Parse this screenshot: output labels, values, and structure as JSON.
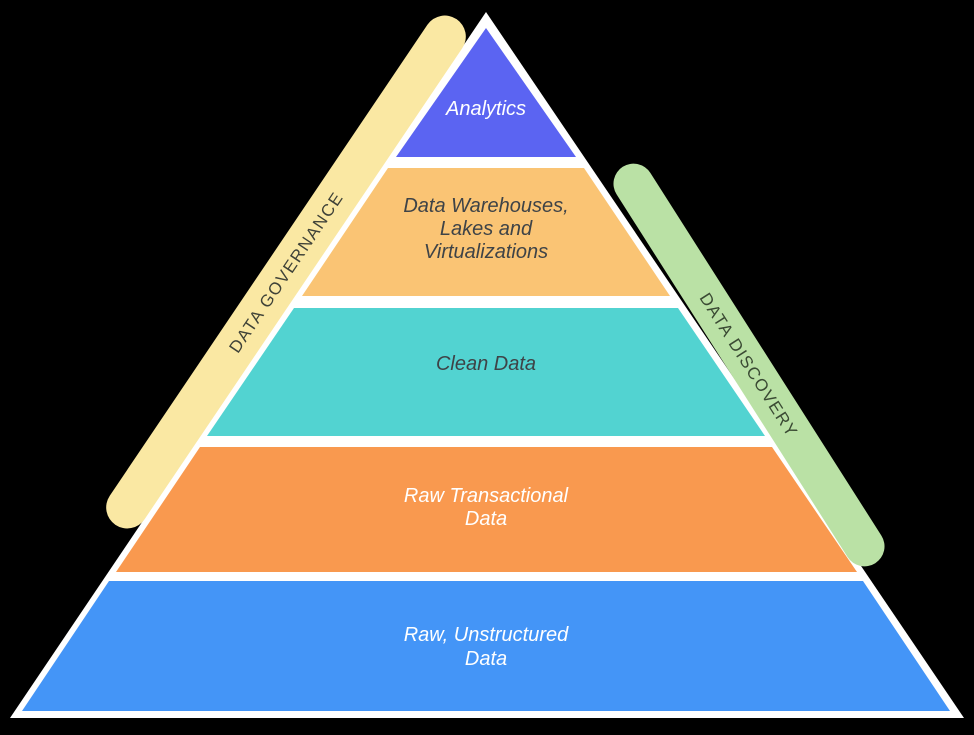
{
  "background_color": "#000000",
  "pyramid": {
    "outline_color": "#FFFFFF",
    "layers": [
      {
        "id": "analytics",
        "lines": [
          "Analytics"
        ],
        "fill": "#5B64F2",
        "text_color": "#FFFFFF"
      },
      {
        "id": "warehouses",
        "lines": [
          "Data Warehouses,",
          "Lakes and",
          "Virtualizations"
        ],
        "fill": "#FAC474",
        "text_color": "#3E4347"
      },
      {
        "id": "clean-data",
        "lines": [
          "Clean Data"
        ],
        "fill": "#52D3D1",
        "text_color": "#3E4347"
      },
      {
        "id": "raw-transactional",
        "lines": [
          "Raw Transactional",
          "Data"
        ],
        "fill": "#F9994F",
        "text_color": "#FFFFFF"
      },
      {
        "id": "raw-unstructured",
        "lines": [
          "Raw, Unstructured",
          "Data"
        ],
        "fill": "#4495F7",
        "text_color": "#FFFFFF"
      }
    ]
  },
  "annotations": {
    "left_bar": {
      "label": "DATA GOVERNANCE",
      "fill": "#FAE8A3",
      "text_color": "#3F4238"
    },
    "right_bar": {
      "label": "DATA DISCOVERY",
      "fill": "#BAE1A5",
      "text_color": "#3A4A33"
    }
  }
}
